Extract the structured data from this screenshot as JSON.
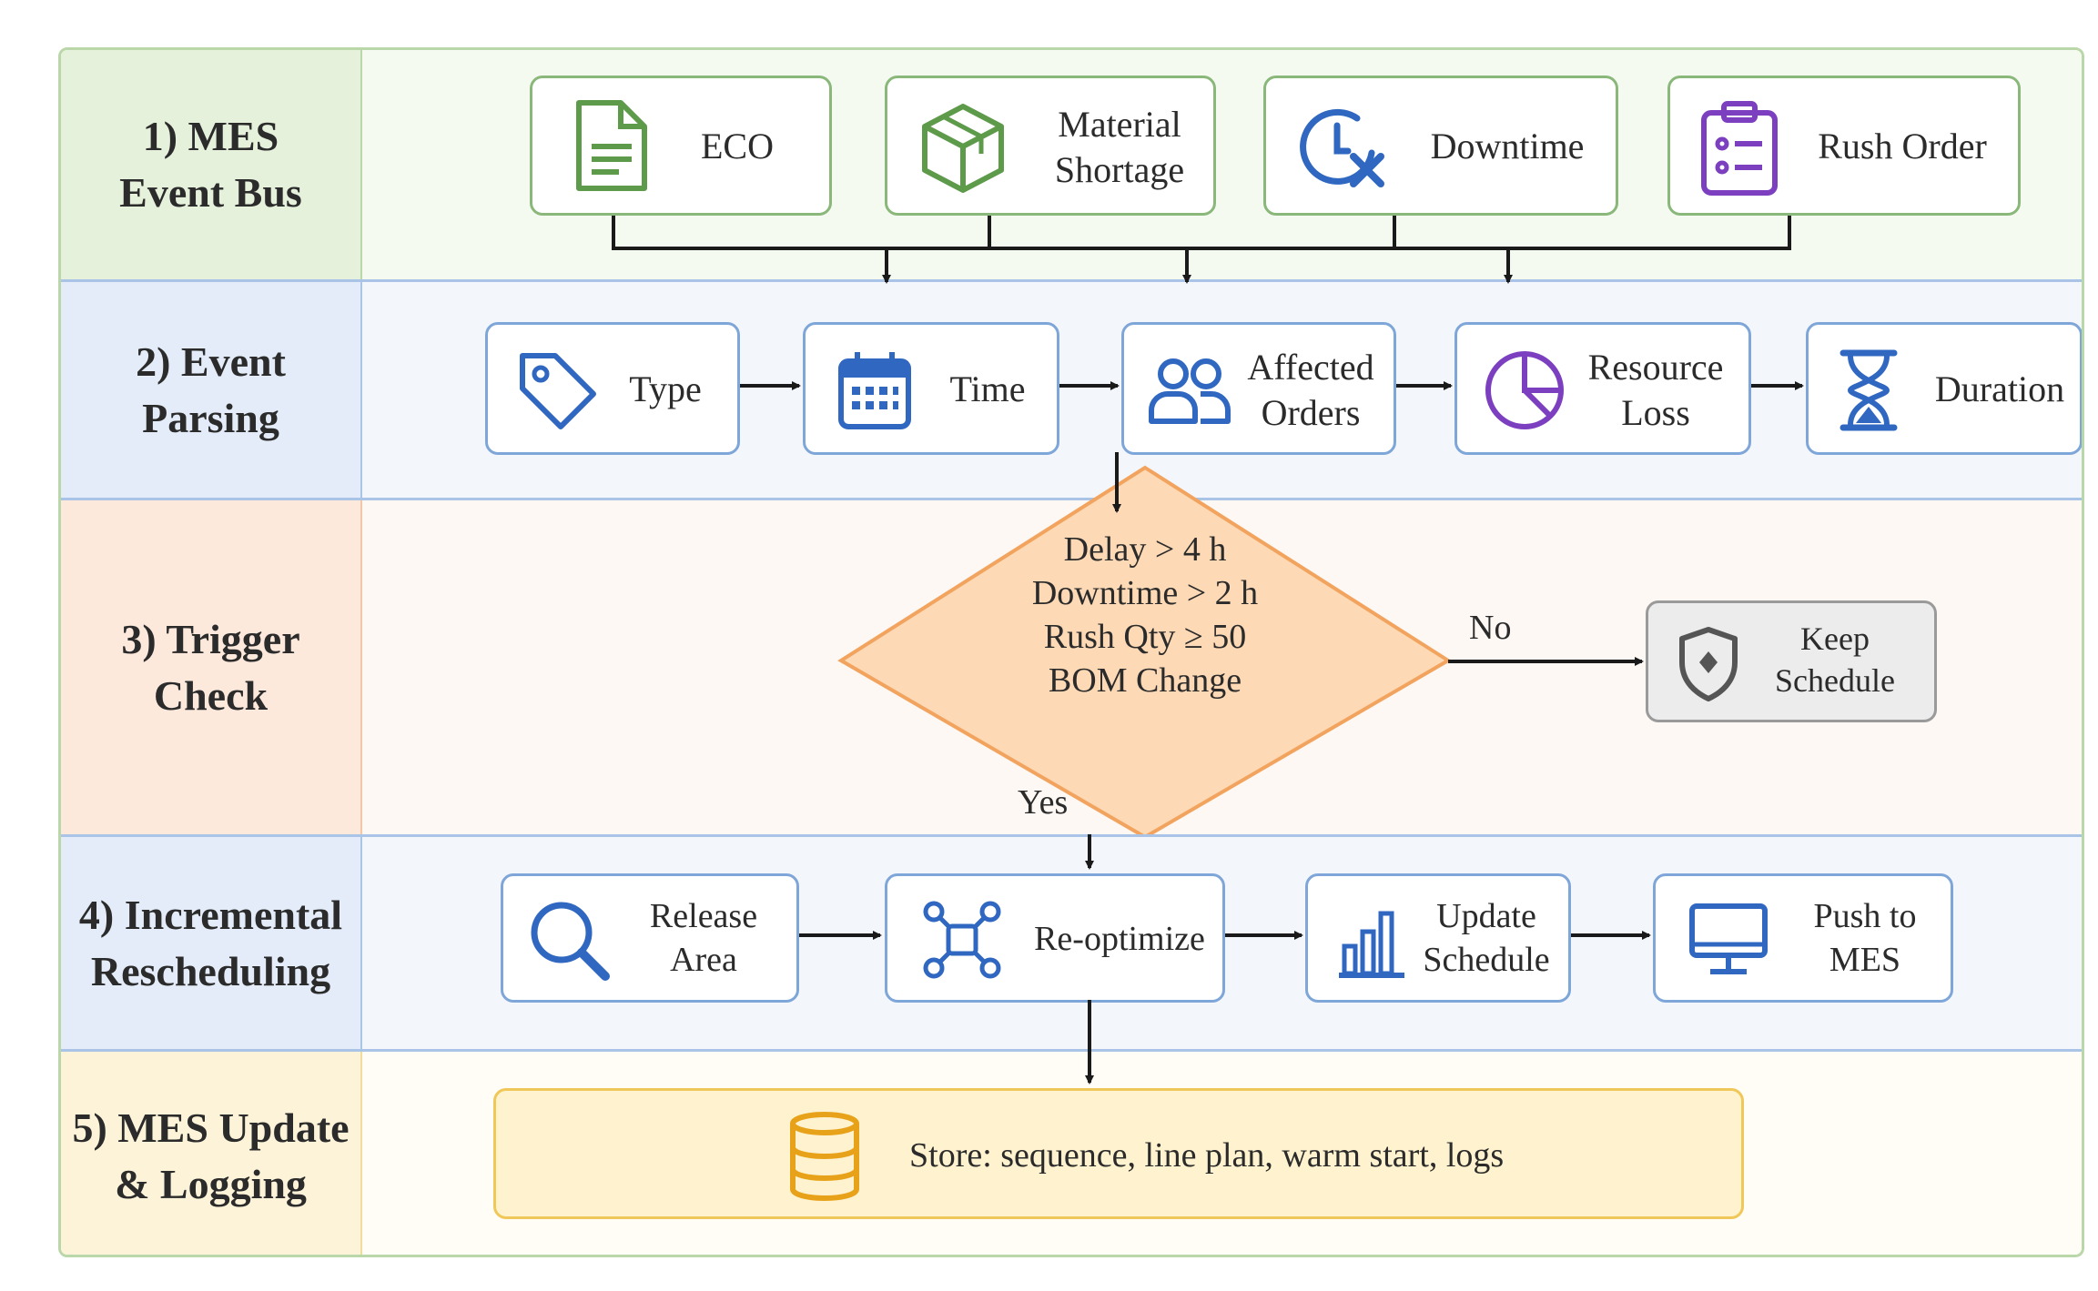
{
  "stages": {
    "s1": "1) MES\nEvent Bus",
    "s2": "2) Event\nParsing",
    "s3": "3) Trigger\nCheck",
    "s4": "4) Incremental\nRescheduling",
    "s5": "5) MES Update\n& Logging"
  },
  "events": {
    "eco": "ECO",
    "material": "Material\nShortage",
    "downtime": "Downtime",
    "rush": "Rush Order"
  },
  "parsing": {
    "type": "Type",
    "time": "Time",
    "orders": "Affected\nOrders",
    "resource": "Resource\nLoss",
    "duration": "Duration"
  },
  "trigger": {
    "condition": "Delay > 4 h\nDowntime > 2 h\nRush Qty ≥ 50\nBOM Change",
    "no_label": "No",
    "yes_label": "Yes",
    "keep": "Keep\nSchedule"
  },
  "resched": {
    "release": "Release\nArea",
    "reopt": "Re-optimize",
    "update": "Update\nSchedule",
    "push": "Push to\nMES"
  },
  "logging": {
    "store": "Store: sequence, line plan, warm start, logs"
  },
  "colors": {
    "green": "#5d9a4a",
    "blue": "#2f67c1",
    "purple": "#7b3fbf",
    "orange": "#f2a45f",
    "gold": "#e7a21a",
    "gray": "#555555"
  }
}
